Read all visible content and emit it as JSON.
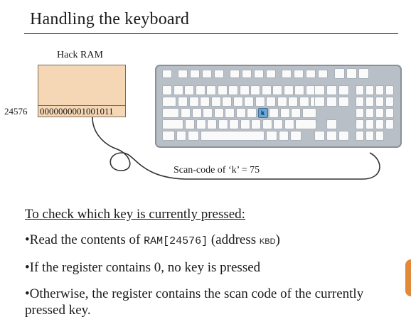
{
  "title": "Handling the keyboard",
  "ram": {
    "label": "Hack RAM",
    "address": "24576",
    "value": "0000000001001011"
  },
  "keyboard": {
    "highlighted_key": "k"
  },
  "scan_code": "Scan-code of ‘k’ = 75",
  "body": {
    "heading": "To check which key is currently pressed:",
    "bullet1_prefix": "•Read the contents of ",
    "bullet1_code": "RAM[24576]",
    "bullet1_mid": " (address ",
    "bullet1_kbd": "KBD",
    "bullet1_suffix": ")",
    "bullet2": "•If the register contains 0, no key is pressed",
    "bullet3": "•Otherwise, the register contains the scan code of the currently pressed key."
  }
}
